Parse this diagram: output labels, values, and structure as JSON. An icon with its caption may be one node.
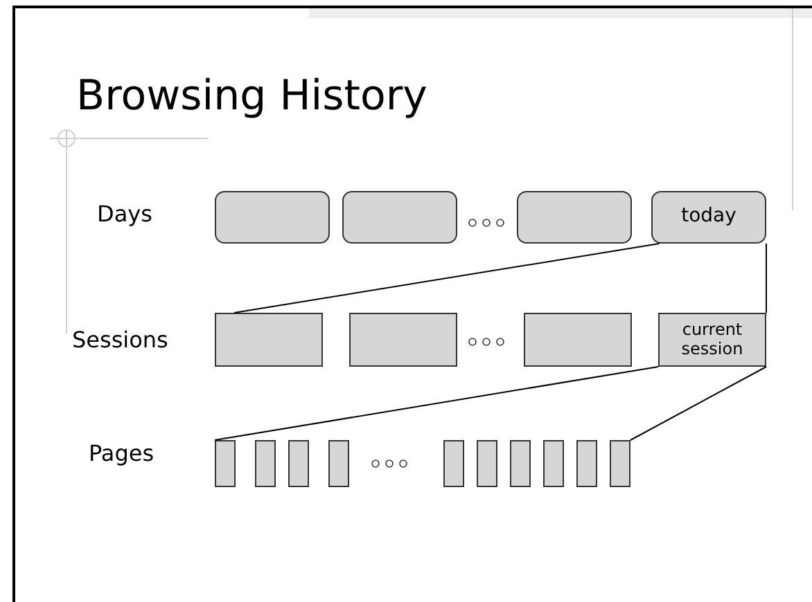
{
  "diagram": {
    "title": "Browsing History",
    "nodes": [
      {
        "text": [],
        "shape": "box"
      },
      {
        "text": [],
        "shape": "box"
      },
      {
        "text": [],
        "shape": "box"
      },
      {
        "text": [
          "today"
        ]
      },
      {
        "text": [],
        "shape": "box"
      },
      {
        "text": [],
        "shape": "box"
      },
      {
        "text": [],
        "shape": "box"
      },
      {
        "text": [
          "current session"
        ]
      },
      {
        "text": [],
        "shape": "box"
      },
      {
        "text": [],
        "shape": "box"
      },
      {
        "text": [],
        "shape": "box"
      },
      {
        "text": [],
        "shape": "box"
      },
      {
        "text": [],
        "shape": "box"
      },
      {
        "text": [],
        "shape": "box"
      },
      {
        "text": [],
        "shape": "box"
      },
      {
        "text": [],
        "shape": "box"
      },
      {
        "text": [],
        "shape": "box"
      },
      {
        "text": [],
        "shape": "box"
      }
    ],
    "edges": [
      {
        "from": 3,
        "to": 4,
        "arrow": "none"
      },
      {
        "from": 3,
        "to": 7,
        "arrow": "none"
      },
      {
        "from": 7,
        "to": 8,
        "arrow": "none"
      },
      {
        "from": 7,
        "to": 17,
        "arrow": "none"
      }
    ],
    "labels": [
      "Days",
      "Sessions",
      "Pages"
    ]
  }
}
